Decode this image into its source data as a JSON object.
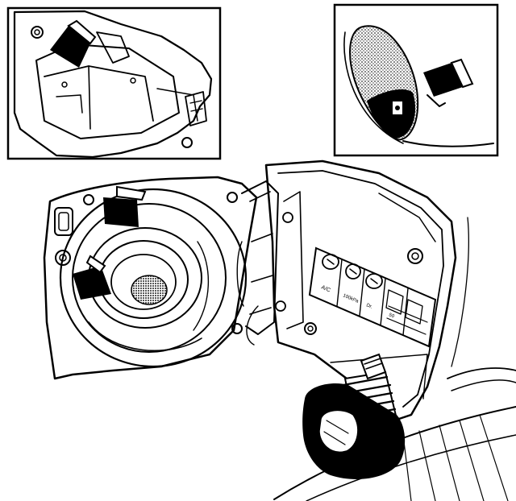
{
  "figure": {
    "title": "",
    "panels": [
      {
        "id": "inset-top-left",
        "content": "fuel filler recess with release arrow"
      },
      {
        "id": "inset-top-right",
        "content": "filler flap interior with cap holder arrow"
      },
      {
        "id": "main-view",
        "content": "open fuel filler flap, filler neck and fuel cap"
      }
    ],
    "decal": {
      "col1": "A/C",
      "col2": "100kPa",
      "col3": "Dr.",
      "col4": "50"
    },
    "colors": {
      "ink": "#000000",
      "paper": "#ffffff",
      "stipple": "#555555"
    },
    "icons": [
      "arrow-icon",
      "fuel-cap",
      "filler-flap",
      "tyre-pressure-decal"
    ]
  }
}
